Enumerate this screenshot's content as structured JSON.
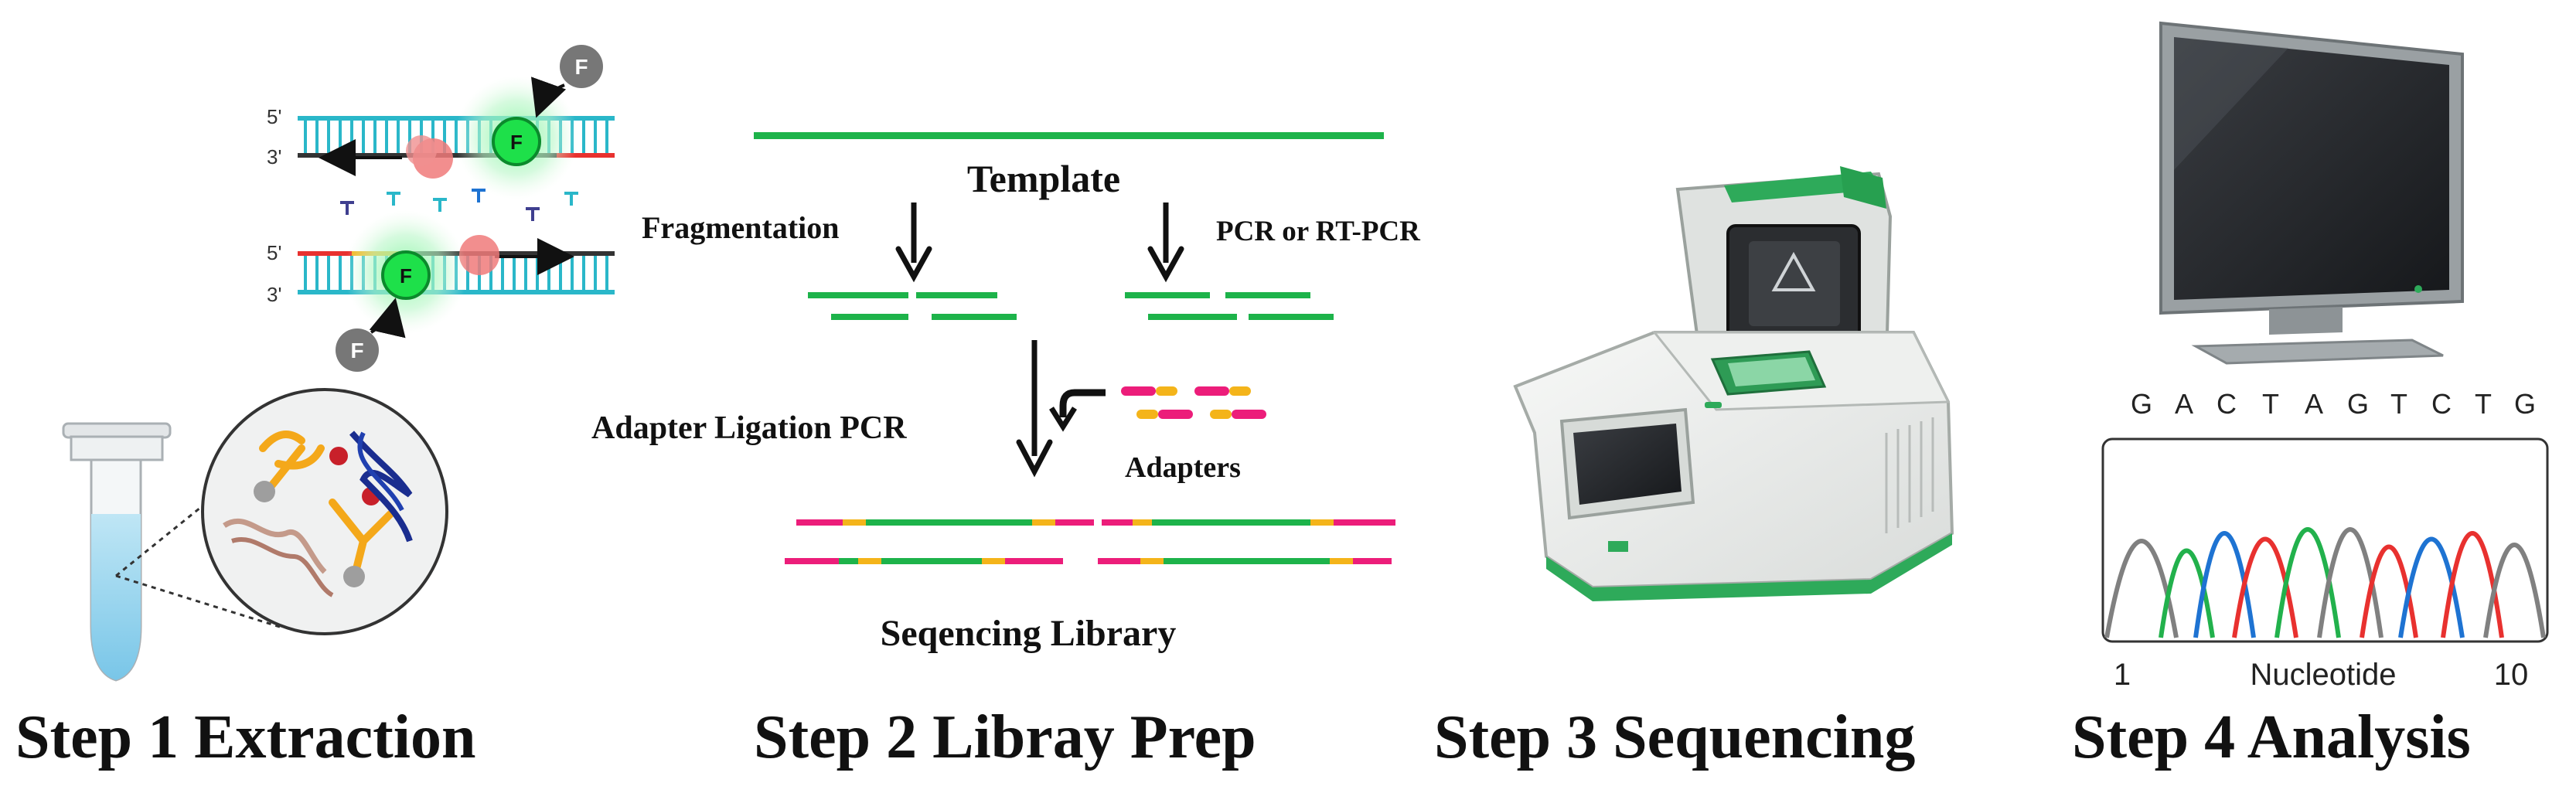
{
  "steps": {
    "s1": "Step 1 Extraction",
    "s2": "Step 2 Libray Prep",
    "s3": "Step 3 Sequencing",
    "s4": "Step 4 Analysis"
  },
  "probe": {
    "five_prime": "5'",
    "three_prime": "3'",
    "fluor": "F"
  },
  "library": {
    "template": "Template",
    "fragmentation": "Fragmentation",
    "pcr": "PCR or RT-PCR",
    "adapter_ligation": "Adapter Ligation PCR",
    "adapters": "Adapters",
    "seq_library": "Seqencing Library"
  },
  "analysis": {
    "bases": [
      "G",
      "A",
      "C",
      "T",
      "A",
      "G",
      "T",
      "C",
      "T",
      "G"
    ],
    "x_start": "1",
    "x_end": "10",
    "x_label": "Nucleotide"
  },
  "colors": {
    "strand_green": "#1db34a",
    "adapter_pink": "#ec1d7a",
    "adapter_yellow": "#f4b41a",
    "trace_gray": "#808080",
    "trace_green": "#22b14c",
    "trace_blue": "#1e73d2",
    "trace_red": "#e8312f",
    "fluor_green": "#1ee04a",
    "dna_teal": "#2ab7c9"
  }
}
